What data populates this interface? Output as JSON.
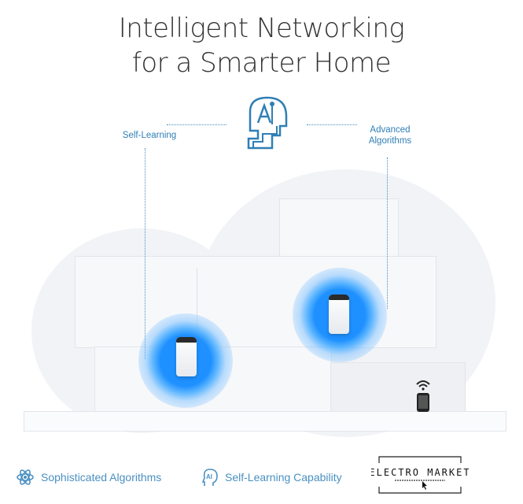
{
  "title_line1": "Intelligent Networking",
  "title_line2": "for a Smarter Home",
  "diagram": {
    "left_label": "Self-Learning",
    "right_label_line1": "Advanced",
    "right_label_line2": "Algorithms",
    "center_icon": "ai-head-icon"
  },
  "features": [
    {
      "icon": "atom-icon",
      "label": "Sophisticated Algorithms"
    },
    {
      "icon": "ai-head-icon",
      "label": "Self-Learning Capability"
    }
  ],
  "logo": {
    "text": "ELECTRO MARKET"
  },
  "colors": {
    "accent": "#2f7fb5",
    "glow": "#1e90ff"
  }
}
